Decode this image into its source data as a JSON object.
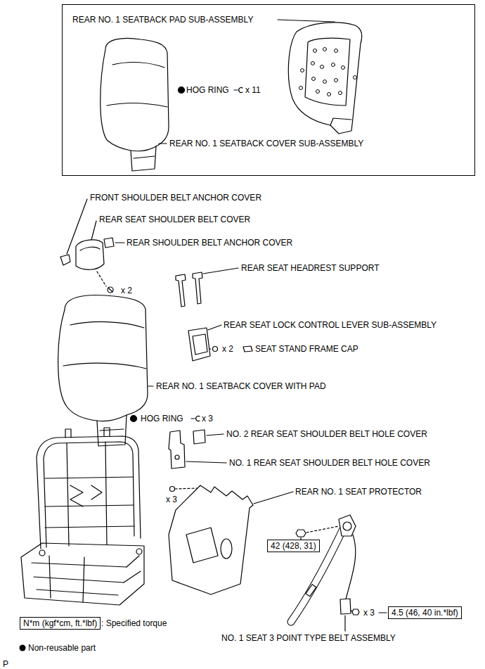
{
  "diagram": {
    "nodes": [
      {
        "text": [
          "REAR NO. 1 SEATBACK PAD SUB-ASSEMBLY",
          "HOG RING",
          "x 11",
          "REAR NO. 1 SEATBACK COVER SUB-ASSEMBLY"
        ]
      },
      {
        "text": [
          "42 (428, 31)"
        ]
      },
      {
        "text": [
          "4.5 (46, 40 in.*lbf)"
        ]
      },
      {
        "text": [
          "N*m (kgf*cm, ft.*lbf)"
        ]
      }
    ],
    "labels": [
      "FRONT SHOULDER BELT ANCHOR COVER",
      "REAR SEAT SHOULDER BELT COVER",
      "REAR SHOULDER BELT ANCHOR COVER",
      "x 2",
      "REAR SEAT HEADREST SUPPORT",
      "REAR SEAT LOCK CONTROL LEVER SUB-ASSEMBLY",
      "x 2",
      "SEAT STAND FRAME CAP",
      "REAR NO. 1 SEATBACK COVER WITH PAD",
      "HOG RING",
      "x 3",
      "NO. 2 REAR SEAT SHOULDER BELT HOLE COVER",
      "NO. 1 REAR SEAT SHOULDER BELT HOLE COVER",
      "x 3",
      "REAR NO. 1 SEAT PROTECTOR",
      "x 3",
      "NO. 1 SEAT 3 POINT TYPE BELT ASSEMBLY",
      ": Specified torque",
      "P"
    ],
    "legend": [
      {
        "text": "Non-reusable part"
      }
    ]
  }
}
